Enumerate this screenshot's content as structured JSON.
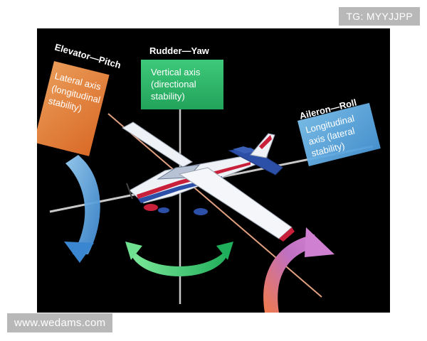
{
  "watermarks": {
    "top_right": "TG: MYYJJPP",
    "bottom_left": "www.wedams.com"
  },
  "axes": {
    "yaw": {
      "title": "Rudder—Yaw",
      "box_lines": [
        "Vertical axis",
        "(directional",
        "stability)"
      ],
      "color": "#2fb36a"
    },
    "pitch": {
      "title": "Elevator—Pitch",
      "box_lines": [
        "Lateral axis",
        "(longitudinal",
        "stability)"
      ],
      "color": "#f08a3c"
    },
    "roll": {
      "title": "Aileron—Roll",
      "box_lines": [
        "Longitudinal",
        "axis (lateral",
        "stability)"
      ],
      "color": "#5aa8e0"
    }
  },
  "colors": {
    "background": "#000000",
    "axis_line": "#c8c8c8",
    "aircraft_body": "#eef1f6",
    "aircraft_stripe_red": "#c8203a",
    "aircraft_stripe_blue": "#2c4fa8"
  }
}
